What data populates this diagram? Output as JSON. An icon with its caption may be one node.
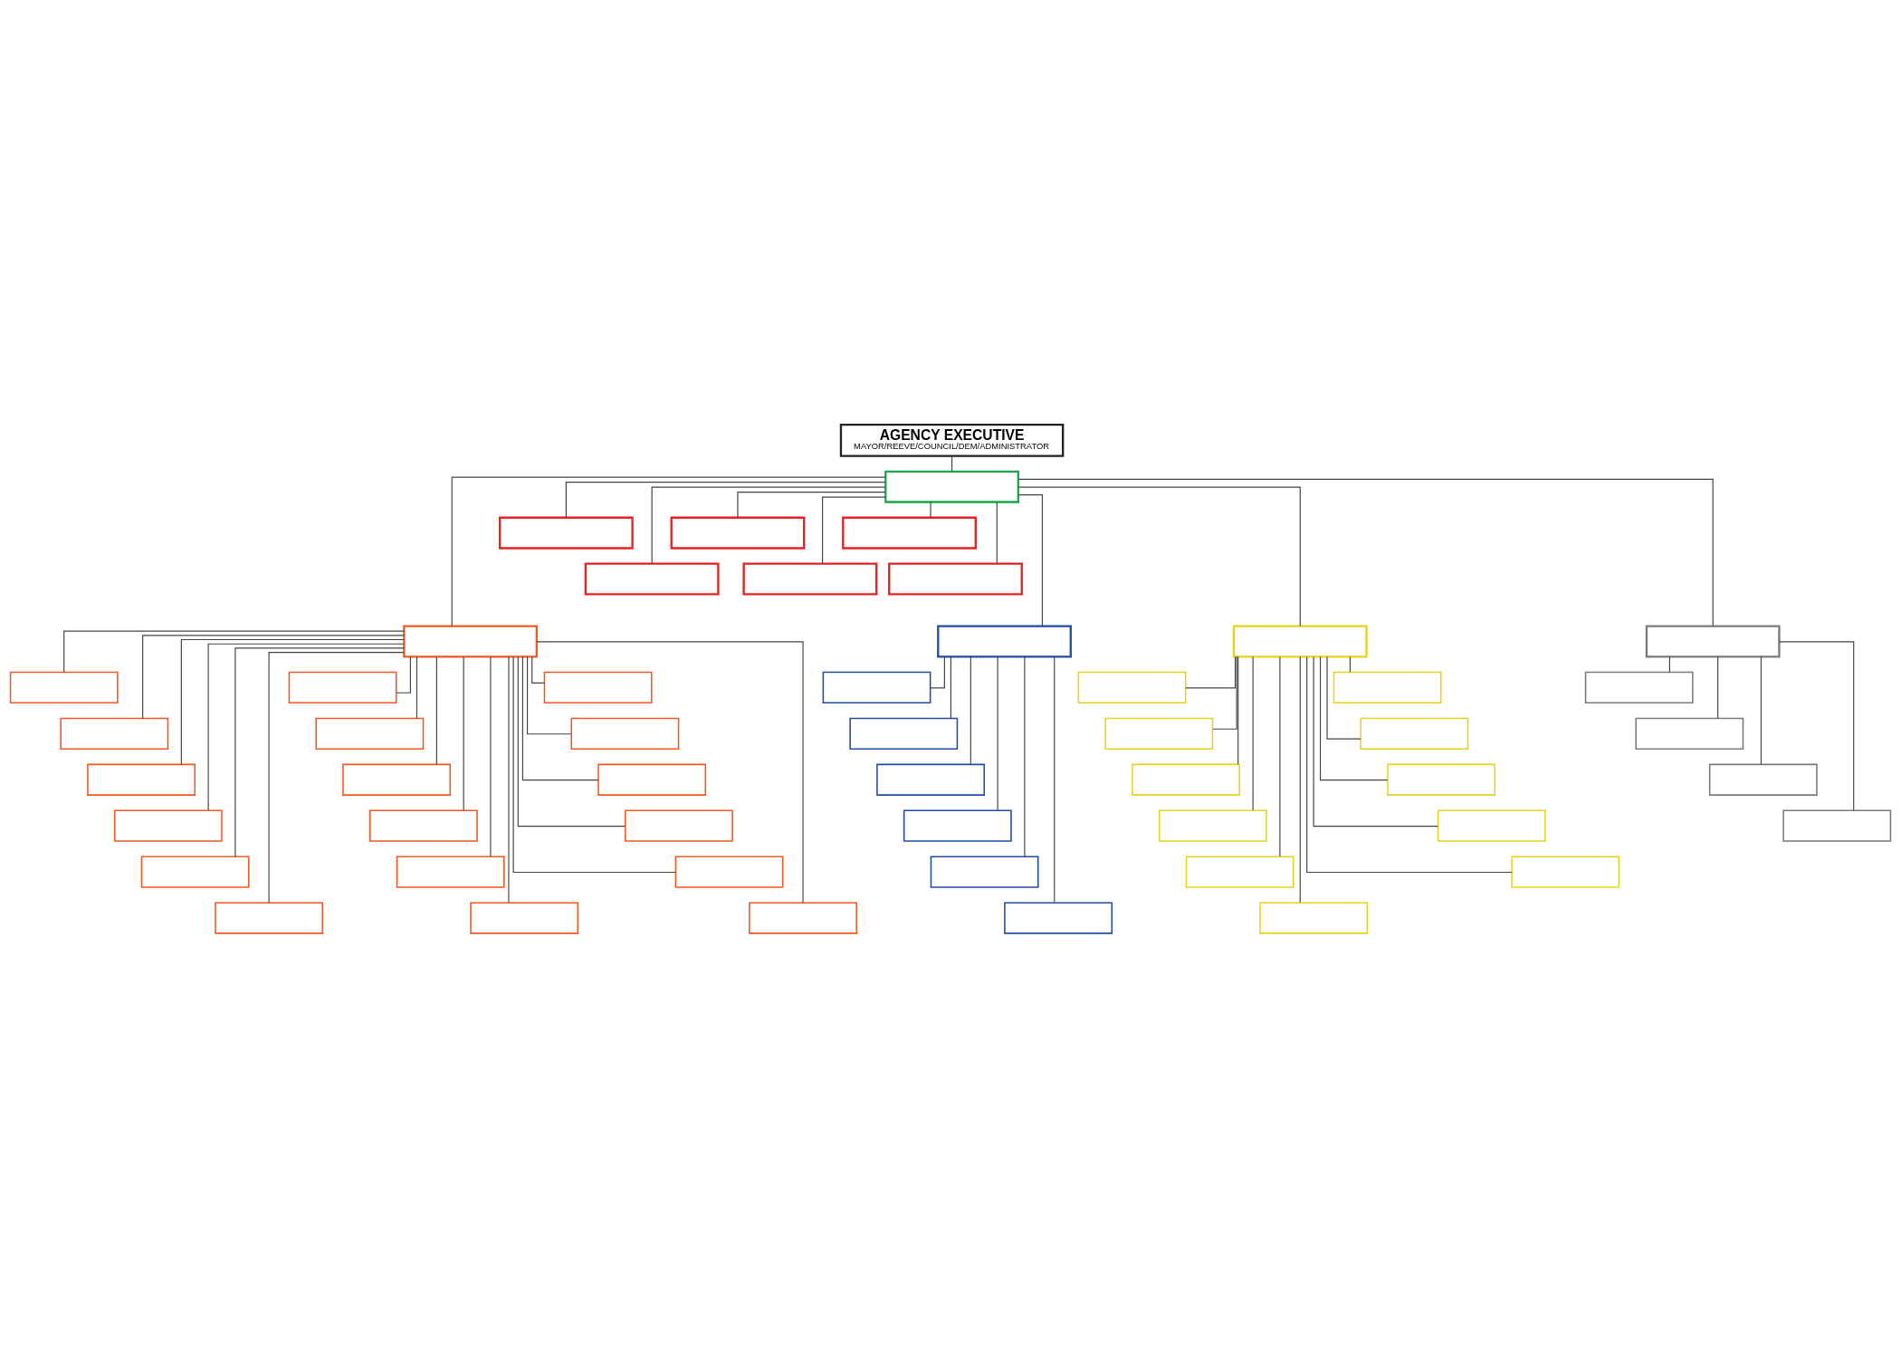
{
  "diagram": {
    "nodes": [
      {
        "text": [
          "AGENCY EXECUTIVE",
          "MAYOR/REEVE/COUNCIL/DEM/ADMINISTRATOR"
        ]
      },
      {
        "text": [],
        "shape": "box"
      },
      {
        "text": [],
        "shape": "box"
      },
      {
        "text": [],
        "shape": "box"
      },
      {
        "text": [],
        "shape": "box"
      },
      {
        "text": [],
        "shape": "box"
      },
      {
        "text": [],
        "shape": "box"
      },
      {
        "text": [],
        "shape": "box"
      },
      {
        "text": [],
        "shape": "box"
      },
      {
        "text": [],
        "shape": "box"
      },
      {
        "text": [],
        "shape": "box"
      },
      {
        "text": [],
        "shape": "box"
      },
      {
        "text": [],
        "shape": "box"
      },
      {
        "text": [],
        "shape": "box"
      },
      {
        "text": [],
        "shape": "box"
      },
      {
        "text": [],
        "shape": "box"
      },
      {
        "text": [],
        "shape": "box"
      },
      {
        "text": [],
        "shape": "box"
      },
      {
        "text": [],
        "shape": "box"
      },
      {
        "text": [],
        "shape": "box"
      },
      {
        "text": [],
        "shape": "box"
      },
      {
        "text": [],
        "shape": "box"
      },
      {
        "text": [],
        "shape": "box"
      },
      {
        "text": [],
        "shape": "box"
      },
      {
        "text": [],
        "shape": "box"
      },
      {
        "text": [],
        "shape": "box"
      },
      {
        "text": [],
        "shape": "box"
      },
      {
        "text": [],
        "shape": "box"
      },
      {
        "text": [],
        "shape": "box"
      },
      {
        "text": [],
        "shape": "box"
      },
      {
        "text": [],
        "shape": "box"
      },
      {
        "text": [],
        "shape": "box"
      },
      {
        "text": [],
        "shape": "box"
      },
      {
        "text": [],
        "shape": "box"
      },
      {
        "text": [],
        "shape": "box"
      },
      {
        "text": [],
        "shape": "box"
      },
      {
        "text": [],
        "shape": "box"
      },
      {
        "text": [],
        "shape": "box"
      },
      {
        "text": [],
        "shape": "box"
      },
      {
        "text": [],
        "shape": "box"
      },
      {
        "text": [],
        "shape": "box"
      },
      {
        "text": [],
        "shape": "box"
      },
      {
        "text": [],
        "shape": "box"
      },
      {
        "text": [],
        "shape": "box"
      },
      {
        "text": [],
        "shape": "box"
      },
      {
        "text": [],
        "shape": "box"
      },
      {
        "text": [],
        "shape": "box"
      },
      {
        "text": [],
        "shape": "box"
      },
      {
        "text": [],
        "shape": "box"
      },
      {
        "text": [],
        "shape": "box"
      },
      {
        "text": [],
        "shape": "box"
      }
    ],
    "edges": [
      {
        "from": 0,
        "to": 1,
        "arrow": "none"
      },
      {
        "from": 1,
        "to": 2,
        "arrow": "none"
      },
      {
        "from": 1,
        "to": 3,
        "arrow": "none"
      },
      {
        "from": 1,
        "to": 4,
        "arrow": "none"
      },
      {
        "from": 1,
        "to": 5,
        "arrow": "none"
      },
      {
        "from": 1,
        "to": 6,
        "arrow": "none"
      },
      {
        "from": 1,
        "to": 7,
        "arrow": "none"
      },
      {
        "from": 1,
        "to": 8,
        "arrow": "none"
      },
      {
        "from": 1,
        "to": 9,
        "arrow": "none"
      },
      {
        "from": 1,
        "to": 10,
        "arrow": "none"
      },
      {
        "from": 1,
        "to": 11,
        "arrow": "none"
      },
      {
        "from": 8,
        "to": 12,
        "arrow": "none"
      },
      {
        "from": 8,
        "to": 13,
        "arrow": "none"
      },
      {
        "from": 8,
        "to": 14,
        "arrow": "none"
      },
      {
        "from": 8,
        "to": 15,
        "arrow": "none"
      },
      {
        "from": 8,
        "to": 16,
        "arrow": "none"
      },
      {
        "from": 8,
        "to": 17,
        "arrow": "none"
      },
      {
        "from": 8,
        "to": 18,
        "arrow": "none"
      },
      {
        "from": 8,
        "to": 19,
        "arrow": "none"
      },
      {
        "from": 8,
        "to": 20,
        "arrow": "none"
      },
      {
        "from": 8,
        "to": 21,
        "arrow": "none"
      },
      {
        "from": 8,
        "to": 22,
        "arrow": "none"
      },
      {
        "from": 8,
        "to": 23,
        "arrow": "none"
      },
      {
        "from": 8,
        "to": 24,
        "arrow": "none"
      },
      {
        "from": 8,
        "to": 25,
        "arrow": "none"
      },
      {
        "from": 8,
        "to": 26,
        "arrow": "none"
      },
      {
        "from": 8,
        "to": 27,
        "arrow": "none"
      },
      {
        "from": 8,
        "to": 28,
        "arrow": "none"
      },
      {
        "from": 8,
        "to": 29,
        "arrow": "none"
      },
      {
        "from": 9,
        "to": 30,
        "arrow": "none"
      },
      {
        "from": 9,
        "to": 31,
        "arrow": "none"
      },
      {
        "from": 9,
        "to": 32,
        "arrow": "none"
      },
      {
        "from": 9,
        "to": 33,
        "arrow": "none"
      },
      {
        "from": 9,
        "to": 34,
        "arrow": "none"
      },
      {
        "from": 9,
        "to": 35,
        "arrow": "none"
      },
      {
        "from": 10,
        "to": 36,
        "arrow": "none"
      },
      {
        "from": 10,
        "to": 37,
        "arrow": "none"
      },
      {
        "from": 10,
        "to": 38,
        "arrow": "none"
      },
      {
        "from": 10,
        "to": 39,
        "arrow": "none"
      },
      {
        "from": 10,
        "to": 40,
        "arrow": "none"
      },
      {
        "from": 10,
        "to": 41,
        "arrow": "none"
      },
      {
        "from": 10,
        "to": 42,
        "arrow": "none"
      },
      {
        "from": 10,
        "to": 43,
        "arrow": "none"
      },
      {
        "from": 10,
        "to": 44,
        "arrow": "none"
      },
      {
        "from": 10,
        "to": 45,
        "arrow": "none"
      },
      {
        "from": 10,
        "to": 46,
        "arrow": "none"
      },
      {
        "from": 11,
        "to": 47,
        "arrow": "none"
      },
      {
        "from": 11,
        "to": 48,
        "arrow": "none"
      },
      {
        "from": 11,
        "to": 49,
        "arrow": "none"
      },
      {
        "from": 11,
        "to": 50,
        "arrow": "none"
      }
    ]
  }
}
